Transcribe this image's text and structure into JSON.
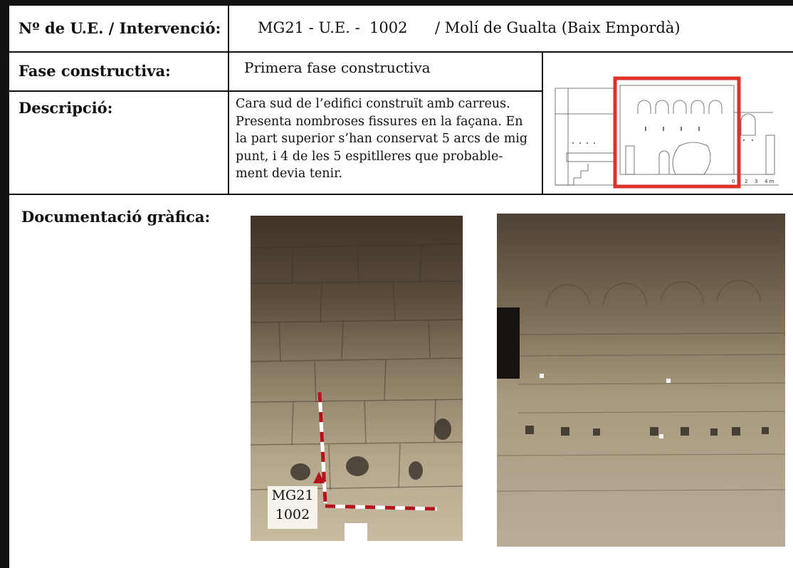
{
  "header": {
    "ue_label": "Nº de U.E. / Intervenció:",
    "ue_code": "MG21 - U.E. -  1002",
    "site": "/ Molí de Gualta (Baix Empordà)"
  },
  "fase": {
    "label": "Fase constructiva:",
    "value": "Primera fase constructiva"
  },
  "descripcio": {
    "label": "Descripció:",
    "lines": [
      "Cara sud de l’edifici construït amb carreus.",
      "Presenta nombroses fissures en la façana. En",
      "la part superior s’han conservat 5 arcs de mig",
      "punt, i 4 de les 5 espitlleres que probable-",
      "ment devia tenir."
    ]
  },
  "documentacio": {
    "label": "Documentació gràfica:"
  },
  "plan": {
    "scale_labels": [
      "0",
      "2",
      "3",
      "4 m"
    ],
    "highlight_color": "#e0302a"
  },
  "photo_left": {
    "tag_line1": "MG21",
    "tag_line2": "1002"
  },
  "colors": {
    "border": "#111111",
    "stone": "#b8a88c",
    "stone_dark": "#4a3e30"
  }
}
